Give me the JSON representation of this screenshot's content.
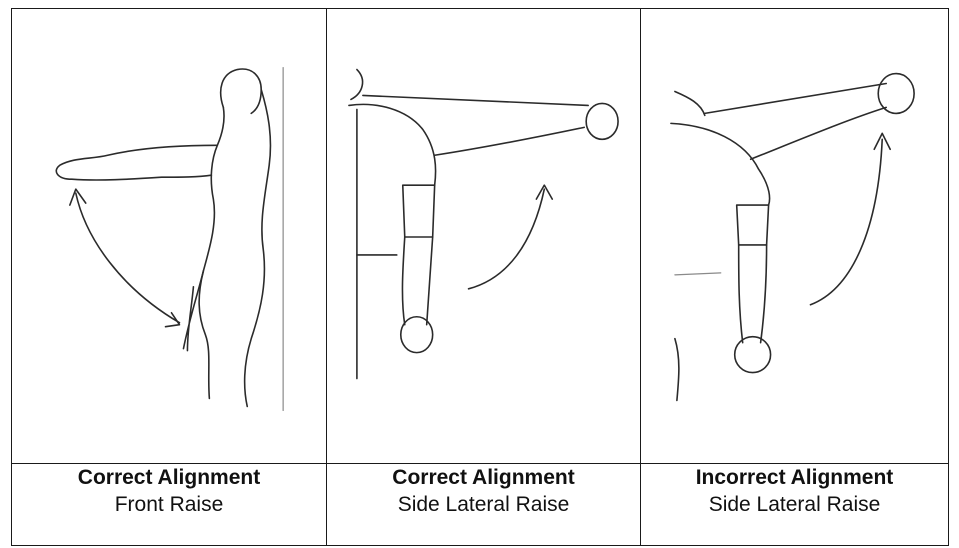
{
  "figures": [
    {
      "alignment": "Correct Alignment",
      "exercise": "Front Raise"
    },
    {
      "alignment": "Correct Alignment",
      "exercise": "Side Lateral Raise"
    },
    {
      "alignment": "Incorrect Alignment",
      "exercise": "Side Lateral Raise"
    }
  ]
}
